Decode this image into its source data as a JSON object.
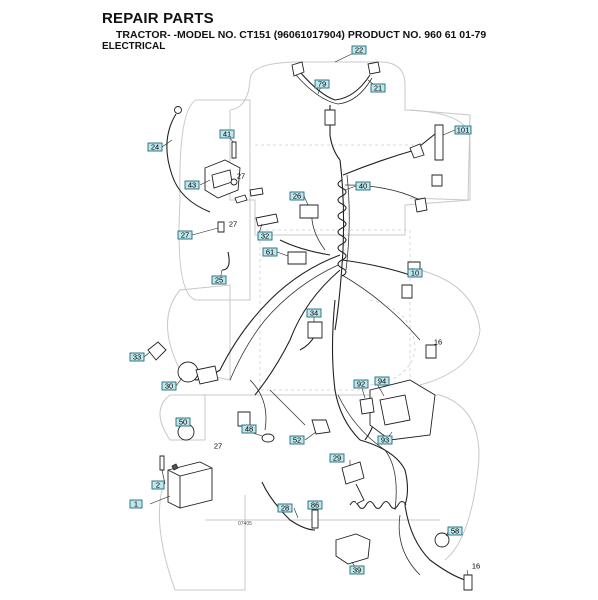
{
  "header": {
    "title": "REPAIR PARTS",
    "model_line": "TRACTOR- -MODEL NO. CT151 (96061017904) PRODUCT NO. 960 61 01-79",
    "section": "ELECTRICAL"
  },
  "callouts": {
    "c22": "22",
    "c79": "79",
    "c21": "21",
    "c101": "101",
    "c24": "24",
    "c41": "41",
    "c43": "43",
    "c40": "40",
    "c26": "26",
    "c27a": "27",
    "c32": "32",
    "c61": "61",
    "c25": "25",
    "c10": "10",
    "c34": "34",
    "c33": "33",
    "c30": "30",
    "c92": "92",
    "c94": "94",
    "c50": "50",
    "c48": "48",
    "c52": "52",
    "c93": "93",
    "c29": "29",
    "c2": "2",
    "c1": "1",
    "c28": "28",
    "c86": "86",
    "c58": "58",
    "c39": "39"
  },
  "labels": {
    "n27a": "27",
    "n27b": "27",
    "n27c": "27",
    "n16a": "16",
    "n16b": "16"
  },
  "drawing_code": "07405"
}
